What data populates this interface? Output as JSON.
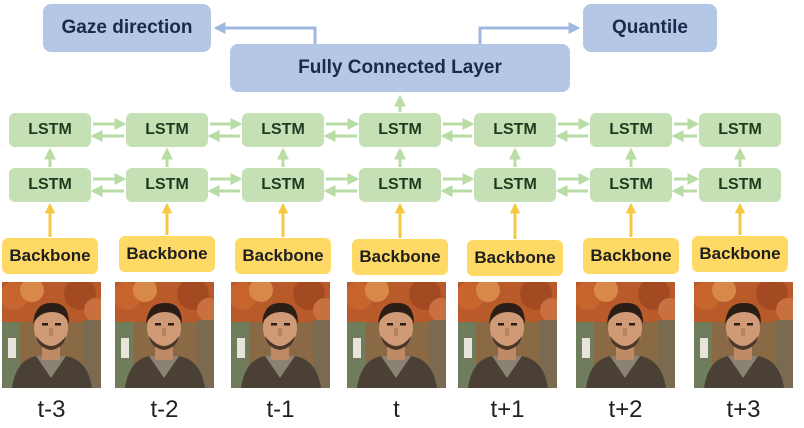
{
  "outputs": {
    "gaze": "Gaze direction",
    "quantile": "Quantile",
    "fc": "Fully Connected Layer"
  },
  "colors": {
    "blue_box": "#b4c7e7",
    "lstm_box": "#c5e0b4",
    "backbone_box": "#ffd966",
    "blue_arrow": "#9fb8e0",
    "green_arrow": "#b9dca5",
    "yellow_arrow": "#f5c842"
  },
  "lstm_label": "LSTM",
  "backbone_label": "Backbone",
  "frames": [
    {
      "label": "t-3"
    },
    {
      "label": "t-2"
    },
    {
      "label": "t-1"
    },
    {
      "label": "t"
    },
    {
      "label": "t+1"
    },
    {
      "label": "t+2"
    },
    {
      "label": "t+3"
    }
  ]
}
